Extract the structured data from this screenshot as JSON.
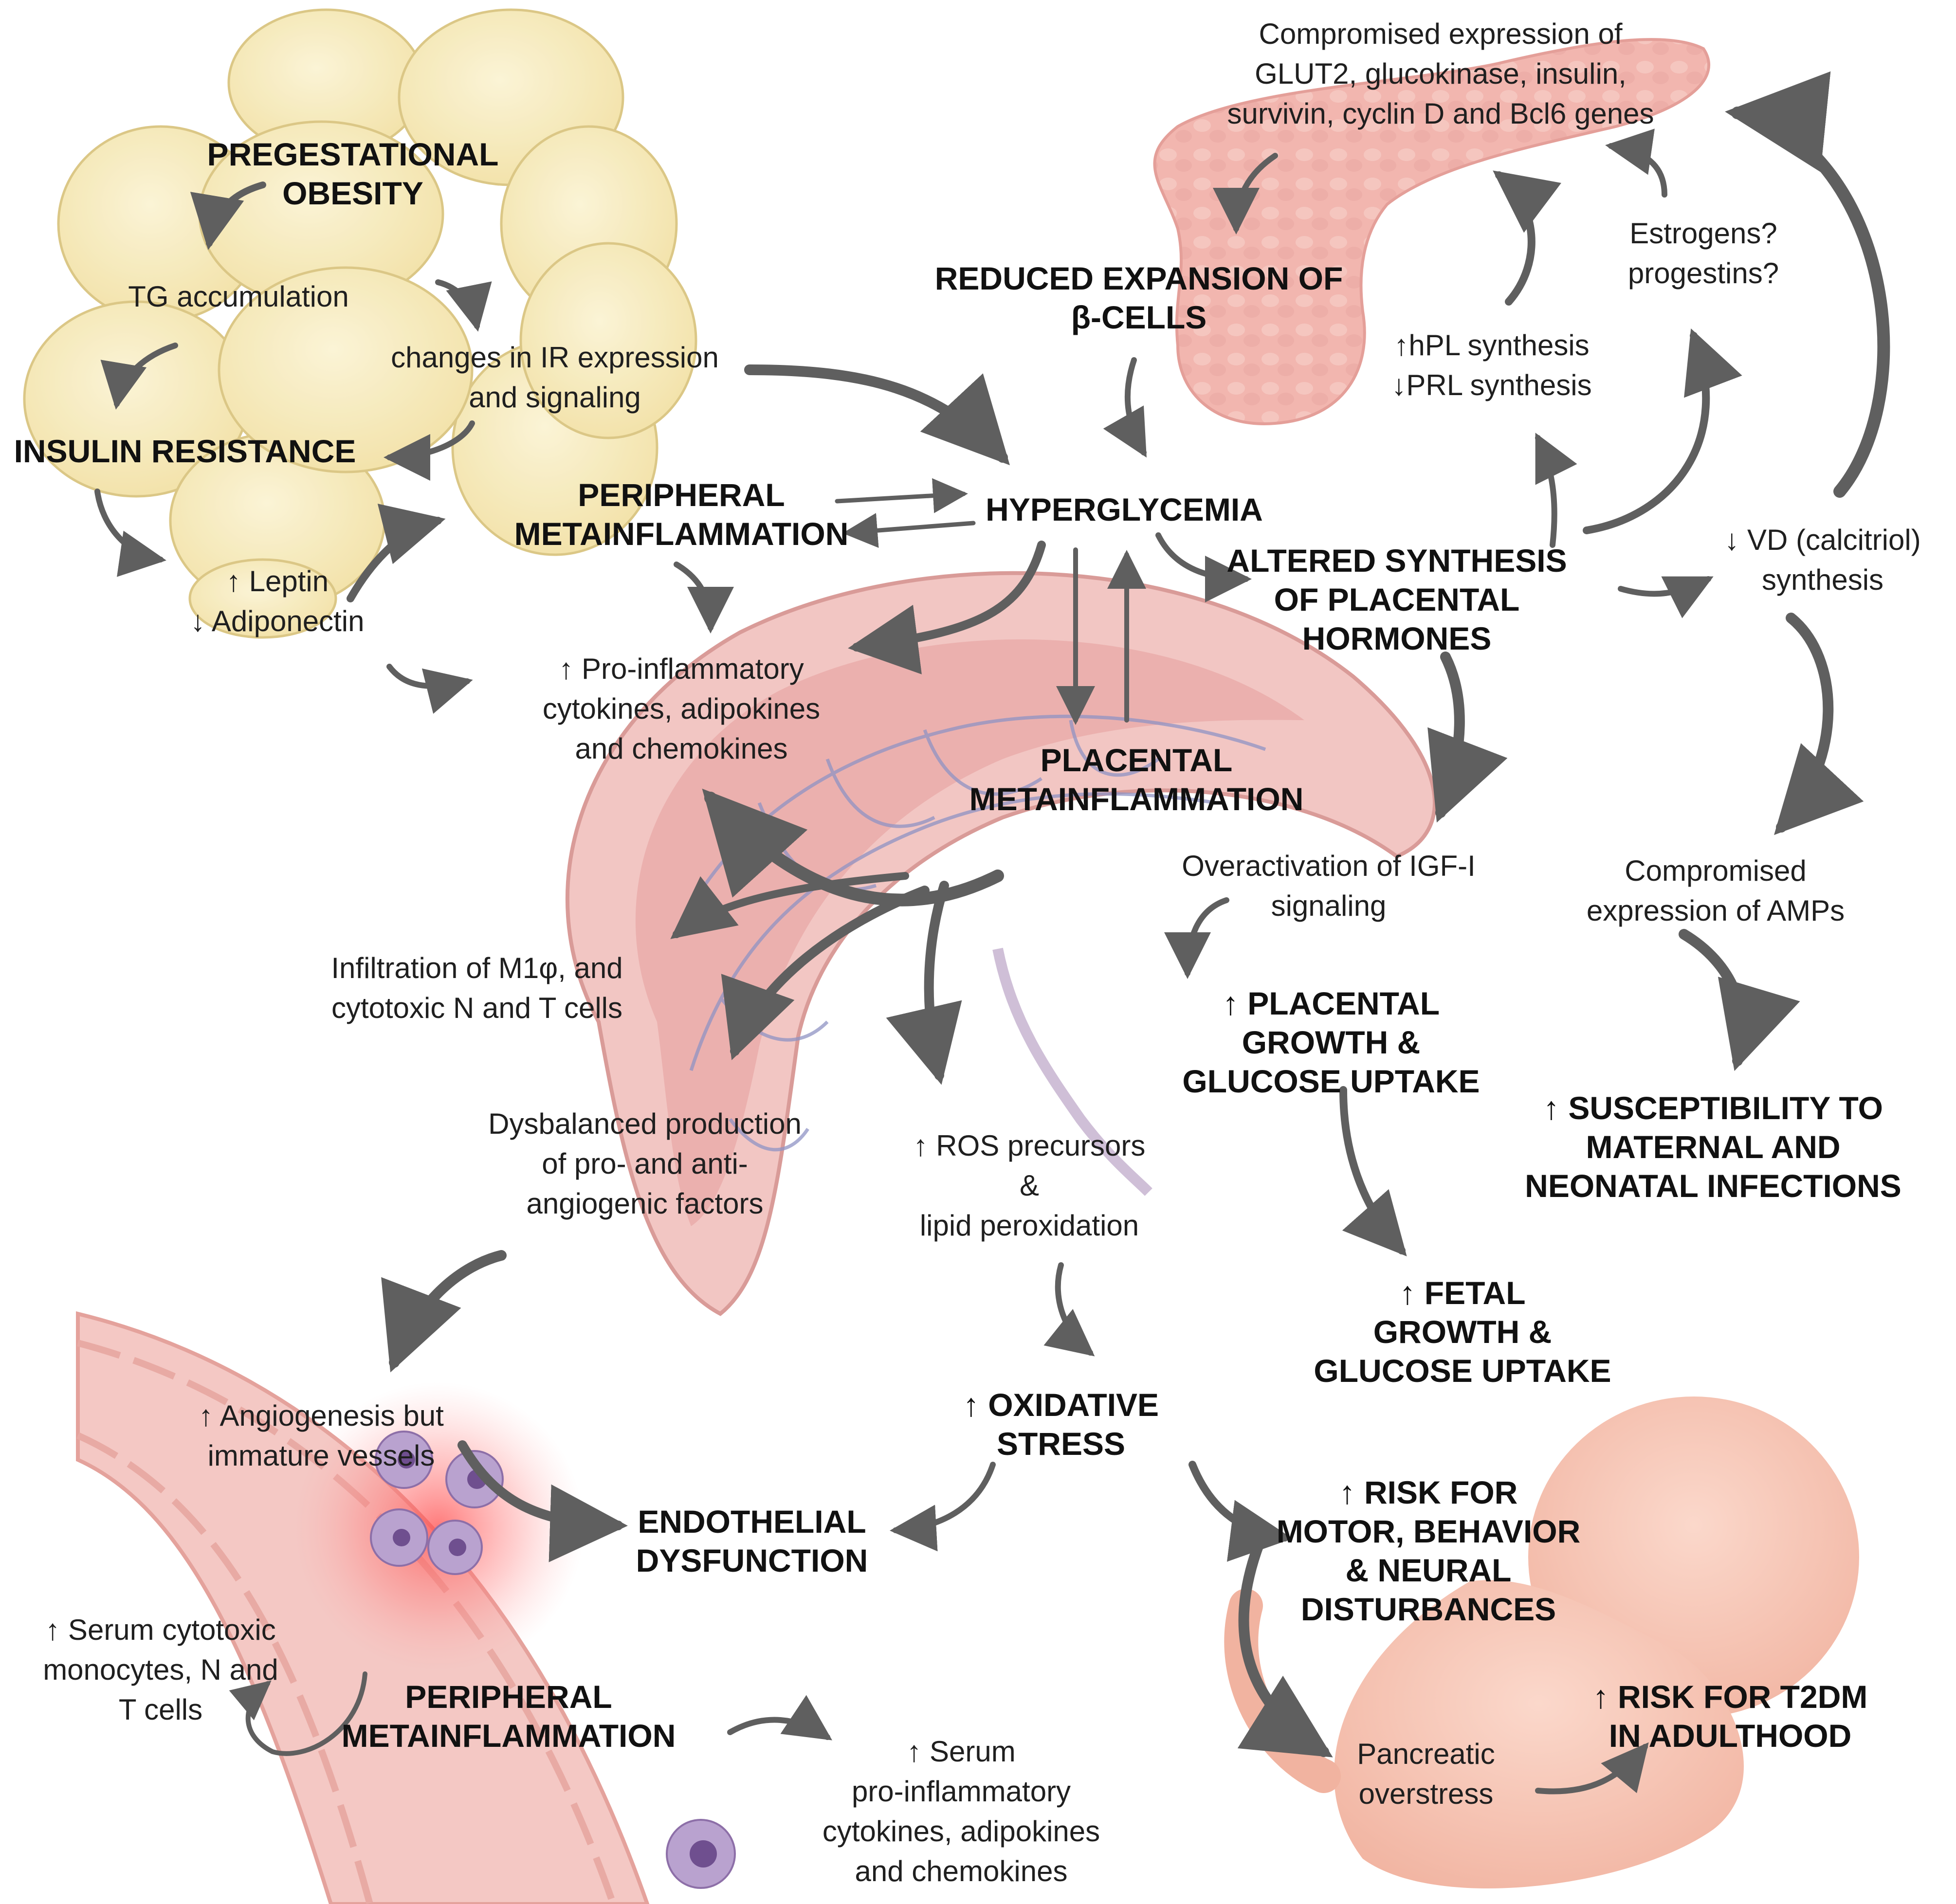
{
  "labels": {
    "pregestational_obesity": [
      "PREGESTATIONAL",
      "OBESITY"
    ],
    "tg_accumulation": [
      "TG accumulation"
    ],
    "ir_changes": [
      "changes in IR expression",
      "and signaling"
    ],
    "insulin_resistance": [
      "INSULIN RESISTANCE"
    ],
    "leptin_adiponectin": [
      "↑ Leptin",
      "↓ Adiponectin"
    ],
    "peripheral_metainflammation_top": [
      "PERIPHERAL",
      "METAINFLAMMATION"
    ],
    "hyperglycemia": [
      "HYPERGLYCEMIA"
    ],
    "pro_inflammatory_top": [
      "↑ Pro-inflammatory",
      "cytokines, adipokines",
      "and chemokines"
    ],
    "compromised_genes": [
      "Compromised expression of",
      "GLUT2, glucokinase, insulin,",
      "survivin, cyclin D and Bcl6 genes"
    ],
    "reduced_expansion": [
      "REDUCED EXPANSION OF",
      "β-CELLS"
    ],
    "estrogens": [
      "Estrogens?",
      "progestins?"
    ],
    "hpl_prl": [
      "↑hPL synthesis",
      "↓PRL synthesis"
    ],
    "altered_synthesis": [
      "ALTERED SYNTHESIS",
      "OF PLACENTAL",
      "HORMONES"
    ],
    "vd_synthesis": [
      "↓ VD (calcitriol)",
      "synthesis"
    ],
    "placental_metainflammation": [
      "PLACENTAL",
      "METAINFLAMMATION"
    ],
    "igf_signaling": [
      "Overactivation of IGF-I",
      "signaling"
    ],
    "compromised_amps": [
      "Compromised",
      "expression of AMPs"
    ],
    "infiltration": [
      "Infiltration of M1φ, and",
      "cytotoxic N and T cells"
    ],
    "placental_growth": [
      "↑ PLACENTAL",
      "GROWTH &",
      "GLUCOSE UPTAKE"
    ],
    "susceptibility": [
      "↑ SUSCEPTIBILITY TO",
      "MATERNAL AND",
      "NEONATAL INFECTIONS"
    ],
    "dysbalanced": [
      "Dysbalanced production",
      "of pro- and anti-",
      "angiogenic factors"
    ],
    "ros": [
      "↑ ROS precursors",
      "&",
      "lipid peroxidation"
    ],
    "fetal_growth": [
      "↑ FETAL",
      "GROWTH &",
      "GLUCOSE UPTAKE"
    ],
    "angiogenesis": [
      "↑ Angiogenesis but",
      "immature vessels"
    ],
    "oxidative_stress": [
      "↑ OXIDATIVE",
      "STRESS"
    ],
    "endothelial": [
      "ENDOTHELIAL",
      "DYSFUNCTION"
    ],
    "risk_motor": [
      "↑ RISK FOR",
      "MOTOR, BEHAVIOR",
      "& NEURAL",
      "DISTURBANCES"
    ],
    "serum_cytotoxic": [
      "↑ Serum cytotoxic",
      "monocytes, N and",
      "T cells"
    ],
    "peripheral_metainflammation_bottom": [
      "PERIPHERAL",
      "METAINFLAMMATION"
    ],
    "serum_pro_inflammatory": [
      "↑ Serum",
      "pro-inflammatory",
      "cytokines, adipokines",
      "and chemokines"
    ],
    "risk_t2dm": [
      "↑ RISK FOR T2DM",
      "IN ADULTHOOD"
    ],
    "pancreatic_overstress": [
      "Pancreatic",
      "overstress"
    ]
  },
  "colors": {
    "adipocyte": "#f6e9b8",
    "adipocyte_edge": "#d8c27a",
    "pancreas": "#f0aaa2",
    "placenta": "#f2c6c3",
    "placenta_inner": "#e9aaa9",
    "placenta_vessel": "#8f93c4",
    "vessel": "#f4c8c4",
    "inflammation_glow": "#ff6b6b",
    "immune_cell": "#b9a2cf",
    "fetus": "#f7c8b8",
    "arrow": "#5f5f5f"
  }
}
